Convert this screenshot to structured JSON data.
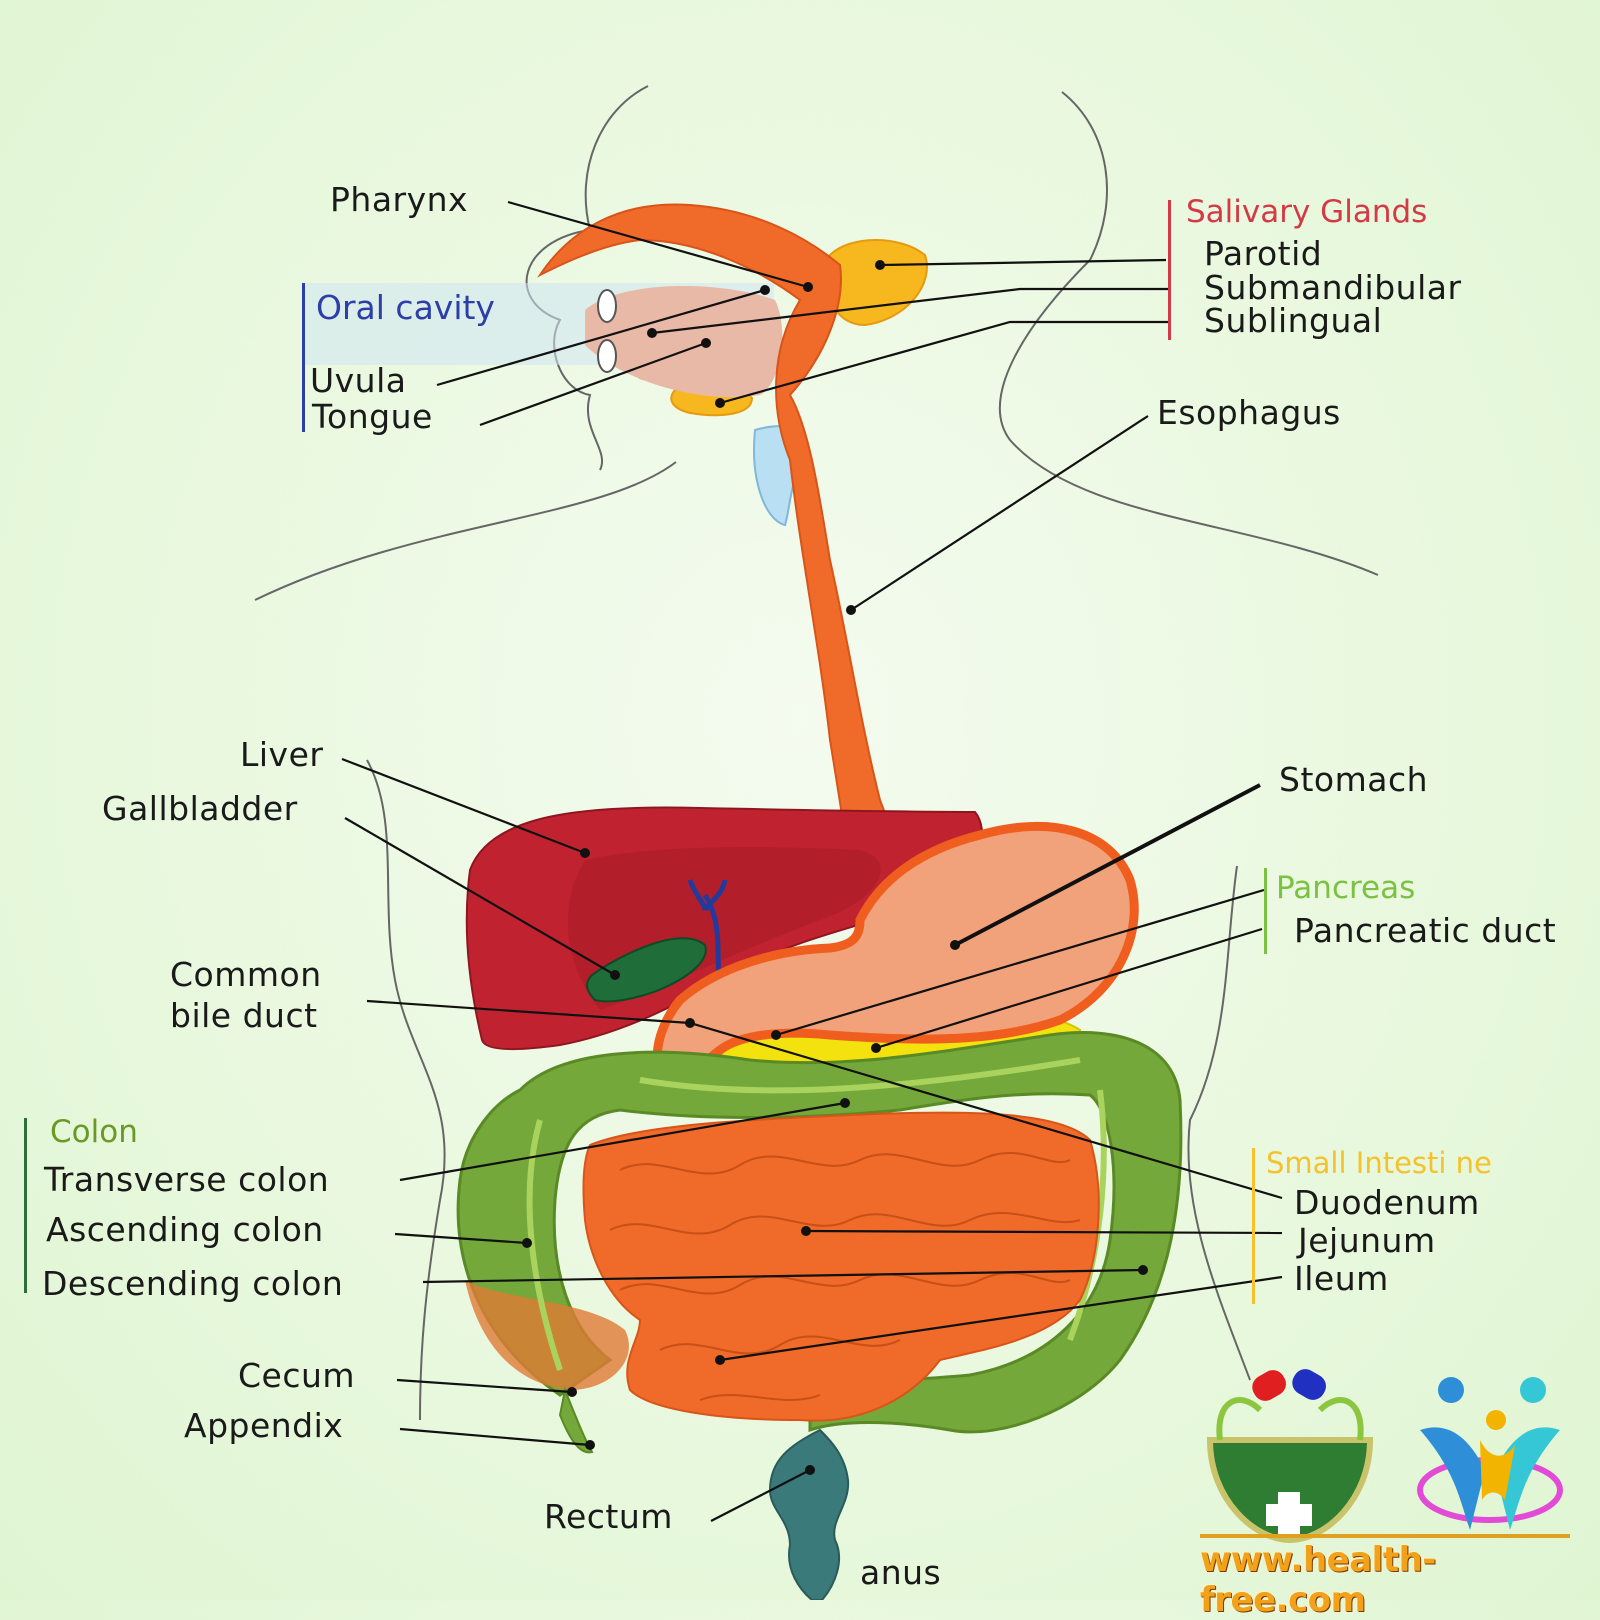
{
  "groups": {
    "salivary": {
      "title": "Salivary Glands",
      "color": "#d33a46",
      "items": [
        "Parotid",
        "Submandibular",
        "Sublingual"
      ]
    },
    "oral": {
      "title": "Oral cavity",
      "color": "#2c3fa8",
      "items": [
        "Uvula",
        "Tongue"
      ]
    },
    "pancreas": {
      "title": "Pancreas",
      "color": "#7cc242",
      "items": [
        "Pancreatic duct"
      ]
    },
    "colon": {
      "title": "Colon",
      "color": "#6a9a24",
      "items": [
        "Transverse colon",
        "Ascending colon",
        "Descending colon"
      ]
    },
    "small_intestine": {
      "title": "Small Intesti ne",
      "color": "#f5c12c",
      "items": [
        "Duodenum",
        "Jejunum",
        "Ileum"
      ]
    }
  },
  "labels": {
    "pharynx": "Pharynx",
    "esophagus": "Esophagus",
    "liver": "Liver",
    "gallbladder": "Gallbladder",
    "stomach": "Stomach",
    "common_bile_duct_1": "Common",
    "common_bile_duct_2": "bile duct",
    "cecum": "Cecum",
    "appendix": "Appendix",
    "rectum": "Rectum",
    "anus": "anus"
  },
  "watermark": "www.health-free.com",
  "colors": {
    "esophagus": "#f06a2a",
    "liver": "#c0232f",
    "stomach": "#f2a27a",
    "gallbladder": "#1f6e3a",
    "colon": "#74a83a",
    "small_intestine": "#f06a2a",
    "pancreas": "#f4e20e",
    "salivary": "#f6b81e",
    "rectum": "#3a7a7a"
  }
}
